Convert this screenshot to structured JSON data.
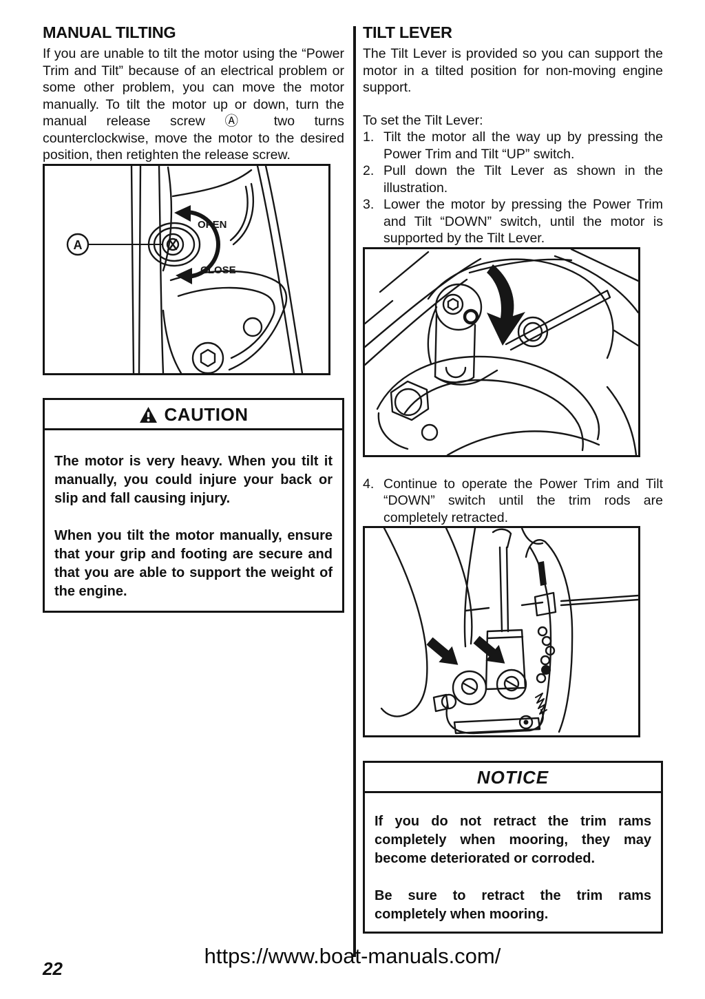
{
  "page": {
    "number": "22",
    "url": "https://www.boat-manuals.com/"
  },
  "colors": {
    "ink": "#111111",
    "paper": "#ffffff"
  },
  "left": {
    "heading": "MANUAL TILTING",
    "body": "If you are unable to tilt the motor using the “Power Trim and Tilt” because of an electrical problem or some other problem, you can move the motor manually. To tilt the motor up or down, turn the manual release screw Ⓐ two turns counterclockwise, move the motor to the desired position, then retighten the release screw.",
    "figure": {
      "description": "manual-release-screw-illustration",
      "open_label": "OPEN",
      "close_label": "CLOSE",
      "callout_label": "A"
    },
    "caution": {
      "title": "CAUTION",
      "warning_icon": "warning-triangle",
      "paragraphs": [
        "The motor is very heavy. When you tilt it manually, you could injure your back or slip and fall causing injury.",
        "When you tilt the motor manually, ensure that your grip and footing are secure and that you are able to support the weight of the engine."
      ]
    }
  },
  "right": {
    "heading": "TILT LEVER",
    "body": "The Tilt Lever is provided so you can support the motor in a tilted position for non-moving engine support.",
    "list_intro": "To set the Tilt Lever:",
    "steps": [
      {
        "num": "1.",
        "text": "Tilt the motor all the way up by pressing the Power Trim and Tilt “UP” switch."
      },
      {
        "num": "2.",
        "text": "Pull down the Tilt Lever as shown in the illustration."
      },
      {
        "num": "3.",
        "text": "Lower the motor by pressing the Power Trim and Tilt “DOWN” switch, until the motor is supported by the Tilt Lever."
      },
      {
        "num": "4.",
        "text": "Continue to operate the Power Trim and Tilt “DOWN” switch until the trim rods are completely retracted."
      }
    ],
    "figure_tilt_lever": {
      "description": "tilt-lever-pulled-down-illustration"
    },
    "figure_trim_rams": {
      "description": "trim-rams-retract-illustration"
    },
    "notice": {
      "title": "NOTICE",
      "paragraphs": [
        "If you do not retract the trim rams completely when mooring, they may become deteriorated or corroded.",
        "Be sure to retract the trim rams completely when mooring."
      ]
    }
  }
}
